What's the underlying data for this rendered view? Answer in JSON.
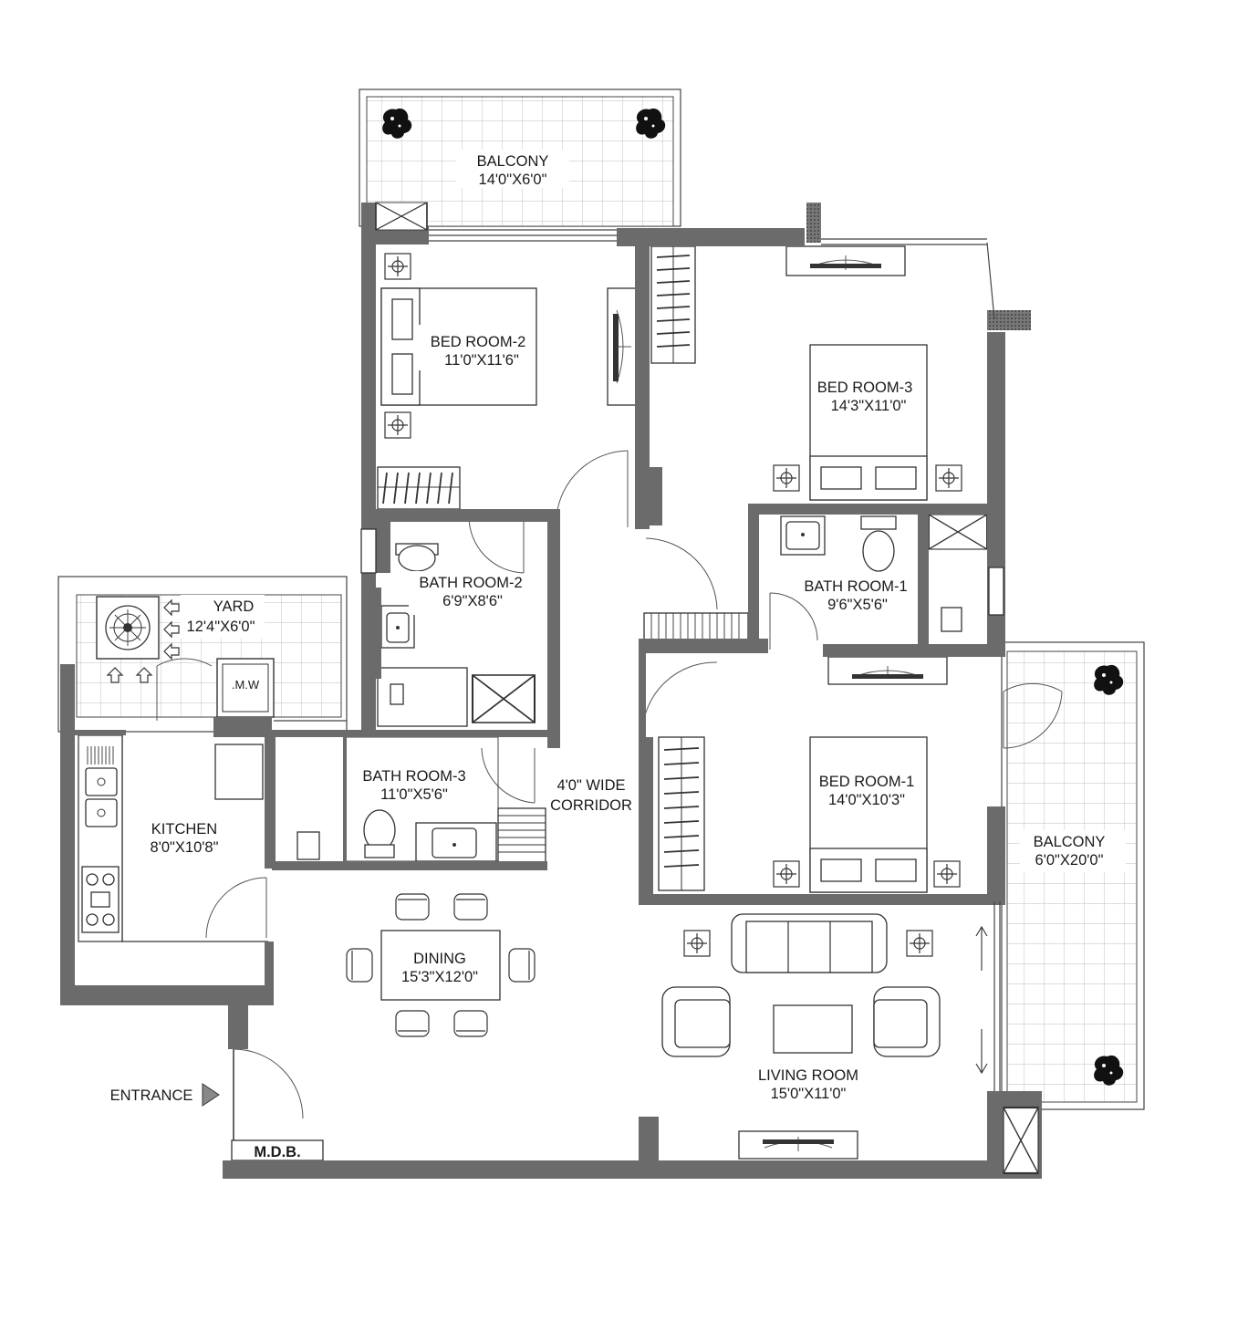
{
  "rooms": {
    "balcony_top": {
      "name": "BALCONY",
      "size": "14'0\"X6'0\""
    },
    "bedroom2": {
      "name": "BED ROOM-2",
      "size": "11'0\"X11'6\""
    },
    "bedroom3": {
      "name": "BED ROOM-3",
      "size": "14'3\"X11'0\""
    },
    "bathroom2": {
      "name": "BATH ROOM-2",
      "size": "6'9\"X8'6\""
    },
    "bathroom1": {
      "name": "BATH ROOM-1",
      "size": "9'6\"X5'6\""
    },
    "yard": {
      "name": "YARD",
      "size": "12'4\"X6'0\""
    },
    "bathroom3": {
      "name": "BATH ROOM-3",
      "size": "11'0\"X5'6\""
    },
    "corridor": {
      "line1": "4'0\" WIDE",
      "line2": "CORRIDOR"
    },
    "bedroom1": {
      "name": "BED ROOM-1",
      "size": "14'0\"X10'3\""
    },
    "kitchen": {
      "name": "KITCHEN",
      "size": "8'0\"X10'8\""
    },
    "balcony_right": {
      "name": "BALCONY",
      "size": "6'0\"X20'0\""
    },
    "dining": {
      "name": "DINING",
      "size": "15'3\"X12'0\""
    },
    "living": {
      "name": "LIVING ROOM",
      "size": "15'0\"X11'0\""
    }
  },
  "labels": {
    "entrance": "ENTRANCE",
    "mdb": "M.D.B.",
    "mw": ".M.W"
  },
  "icons": [
    "plant-icon",
    "bedside-lamp-icon",
    "ac-unit-icon",
    "shaft-icon",
    "wardrobe-icon",
    "tv-unit-icon",
    "toilet-icon",
    "washbasin-icon",
    "sink-icon",
    "hob-icon",
    "sofa-icon",
    "armchair-icon",
    "dining-chair-icon",
    "entrance-arrow-icon"
  ],
  "colors": {
    "wall": "#6b6b6b",
    "line": "#333333",
    "tile": "#bdbdbd"
  }
}
